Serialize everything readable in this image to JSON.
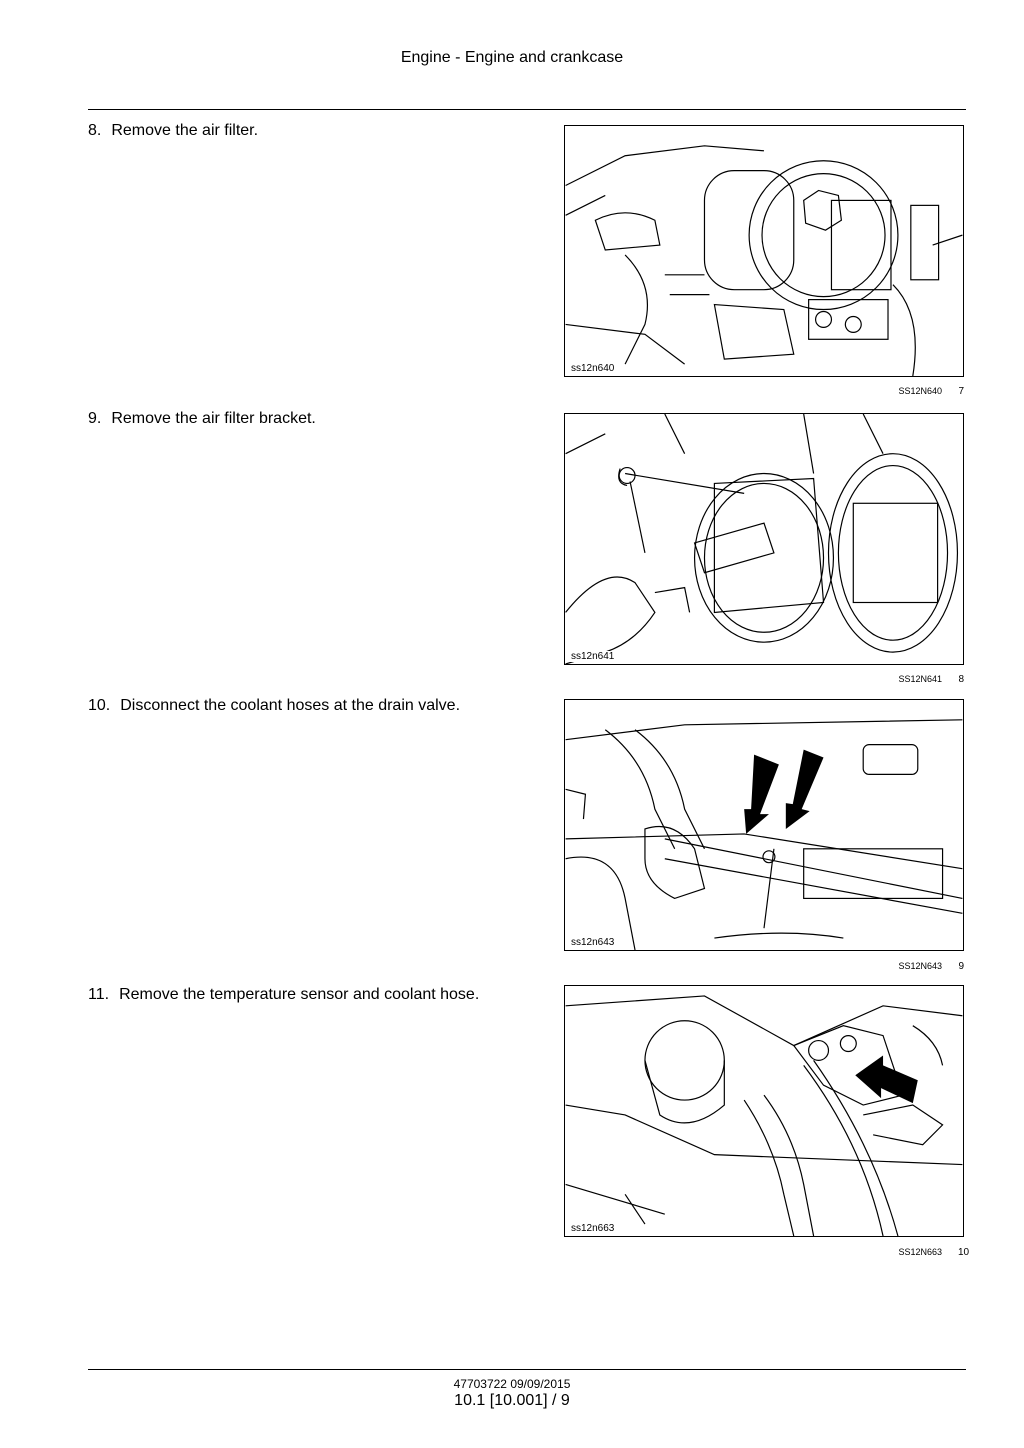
{
  "header": {
    "title": "Engine - Engine and crankcase"
  },
  "steps": [
    {
      "number": "8.",
      "text": "Remove the air filter.",
      "figure_id": "ss12n640",
      "caption_code": "SS12N640",
      "caption_number": "7"
    },
    {
      "number": "9.",
      "text": "Remove the air filter bracket.",
      "figure_id": "ss12n641",
      "caption_code": "SS12N641",
      "caption_number": "8"
    },
    {
      "number": "10.",
      "text": "Disconnect the coolant hoses at the drain valve.",
      "figure_id": "ss12n643",
      "caption_code": "SS12N643",
      "caption_number": "9"
    },
    {
      "number": "11.",
      "text": "Remove the temperature sensor and coolant hose.",
      "figure_id": "ss12n663",
      "caption_code": "SS12N663",
      "caption_number": "10"
    }
  ],
  "footer": {
    "doc_code": "47703722 09/09/2015",
    "page": "10.1 [10.001] / 9"
  }
}
